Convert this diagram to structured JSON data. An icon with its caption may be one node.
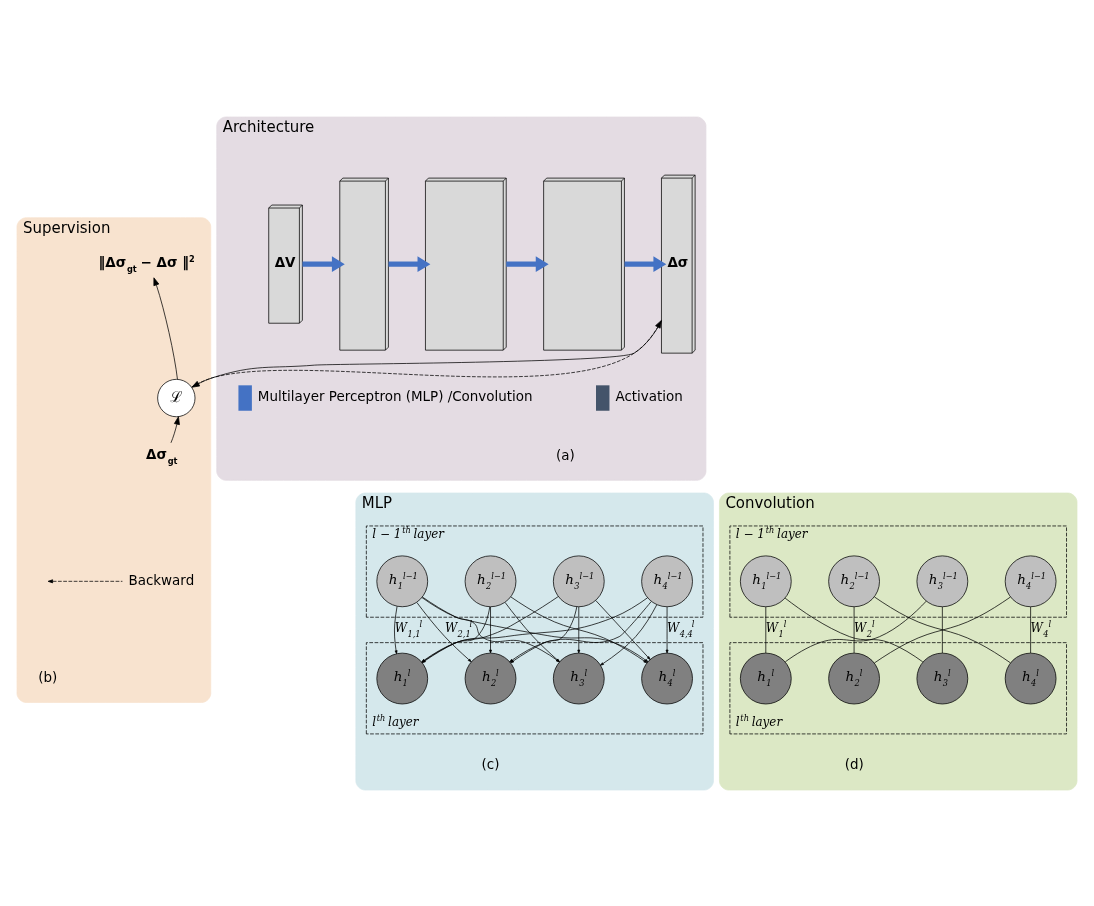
{
  "diagram": {
    "nodes": [
      {
        "text": [
          "Architecture",
          "(a)"
        ]
      },
      {
        "text": [
          "ΔV"
        ],
        "in": 0
      },
      {
        "text": [],
        "shape": "box",
        "in": 0
      },
      {
        "text": [],
        "shape": "box",
        "in": 0
      },
      {
        "text": [],
        "shape": "box",
        "in": 0
      },
      {
        "text": [
          "Δσ"
        ],
        "in": 0
      },
      {
        "text": [
          "Supervision",
          "(b)"
        ]
      },
      {
        "text": [
          "‖Δσ$_{gt}$ − Δσ ‖$^{2}$"
        ],
        "in": 6
      },
      {
        "text": [
          "ℒ"
        ],
        "in": 6
      },
      {
        "text": [
          "Δσ$_{gt}$"
        ],
        "in": 6
      },
      {
        "text": [
          "MLP",
          "(c)"
        ]
      },
      {
        "text": [
          "l − 1$^{th}$ layer"
        ],
        "in": 10
      },
      {
        "text": [
          "h$_{1}$$^{l−1}$"
        ],
        "in": 11
      },
      {
        "text": [
          "h$_{2}$$^{l−1}$"
        ],
        "in": 11
      },
      {
        "text": [
          "h$_{3}$$^{l−1}$"
        ],
        "in": 11
      },
      {
        "text": [
          "h$_{4}$$^{l−1}$"
        ],
        "in": 11
      },
      {
        "text": [
          "l$^{th}$ layer"
        ],
        "in": 10
      },
      {
        "text": [
          "h$_{1}$$^{l}$"
        ],
        "in": 16
      },
      {
        "text": [
          "h$_{2}$$^{l}$"
        ],
        "in": 16
      },
      {
        "text": [
          "h$_{3}$$^{l}$"
        ],
        "in": 16
      },
      {
        "text": [
          "h$_{4}$$^{l}$"
        ],
        "in": 16
      },
      {
        "text": [
          "Convolution",
          "(d)"
        ]
      },
      {
        "text": [
          "l − 1$^{th}$ layer"
        ],
        "in": 21
      },
      {
        "text": [
          "h$_{1}$$^{l−1}$"
        ],
        "in": 22
      },
      {
        "text": [
          "h$_{2}$$^{l−1}$"
        ],
        "in": 22
      },
      {
        "text": [
          "h$_{3}$$^{l−1}$"
        ],
        "in": 22
      },
      {
        "text": [
          "h$_{4}$$^{l−1}$"
        ],
        "in": 22
      },
      {
        "text": [
          "l$^{th}$ layer"
        ],
        "in": 21
      },
      {
        "text": [
          "h$_{1}$$^{l}$"
        ],
        "in": 27
      },
      {
        "text": [
          "h$_{2}$$^{l}$"
        ],
        "in": 27
      },
      {
        "text": [
          "h$_{3}$$^{l}$"
        ],
        "in": 27
      },
      {
        "text": [
          "h$_{4}$$^{l}$"
        ],
        "in": 27
      }
    ],
    "edges": [
      {
        "from": 1,
        "to": 2,
        "arrow": "to",
        "style": "thick",
        "color": "#4472c4"
      },
      {
        "from": 2,
        "to": 3,
        "arrow": "to",
        "style": "thick",
        "color": "#4472c4"
      },
      {
        "from": 3,
        "to": 4,
        "arrow": "to",
        "style": "thick",
        "color": "#4472c4"
      },
      {
        "from": 4,
        "to": 5,
        "arrow": "to",
        "style": "thick",
        "color": "#4472c4"
      },
      {
        "from": 5,
        "to": 8,
        "arrow": "to"
      },
      {
        "from": 8,
        "to": 5,
        "arrow": "to",
        "style": "dashed"
      },
      {
        "from": 8,
        "to": 7,
        "arrow": "to"
      },
      {
        "from": 9,
        "to": 8,
        "arrow": "to"
      },
      {
        "from": 12,
        "to": 17,
        "arrow": "to",
        "label": "W$_{1,1}$$^{l}$"
      },
      {
        "from": 12,
        "to": 18,
        "arrow": "to",
        "label": "W$_{2,1}$$^{l}$"
      },
      {
        "from": 12,
        "to": 19,
        "arrow": "to"
      },
      {
        "from": 12,
        "to": 20,
        "arrow": "to"
      },
      {
        "from": 13,
        "to": 17,
        "arrow": "to"
      },
      {
        "from": 13,
        "to": 18,
        "arrow": "to"
      },
      {
        "from": 13,
        "to": 19,
        "arrow": "to"
      },
      {
        "from": 13,
        "to": 20,
        "arrow": "to"
      },
      {
        "from": 14,
        "to": 17,
        "arrow": "to"
      },
      {
        "from": 14,
        "to": 18,
        "arrow": "to"
      },
      {
        "from": 14,
        "to": 19,
        "arrow": "to"
      },
      {
        "from": 14,
        "to": 20,
        "arrow": "to"
      },
      {
        "from": 15,
        "to": 17,
        "arrow": "to"
      },
      {
        "from": 15,
        "to": 18,
        "arrow": "to"
      },
      {
        "from": 15,
        "to": 19,
        "arrow": "to"
      },
      {
        "from": 15,
        "to": 20,
        "arrow": "to",
        "label": "W$_{4,4}$$^{l}$"
      },
      {
        "from": 23,
        "to": 28,
        "arrow": "none",
        "label": "W$_{1}$$^{l}$"
      },
      {
        "from": 23,
        "to": 30,
        "arrow": "none"
      },
      {
        "from": 24,
        "to": 29,
        "arrow": "none",
        "label": "W$_{2}$$^{l}$"
      },
      {
        "from": 24,
        "to": 31,
        "arrow": "none"
      },
      {
        "from": 25,
        "to": 28,
        "arrow": "none"
      },
      {
        "from": 25,
        "to": 30,
        "arrow": "none"
      },
      {
        "from": 26,
        "to": 29,
        "arrow": "none"
      },
      {
        "from": 26,
        "to": 31,
        "arrow": "none",
        "label": "W$_{4}$$^{l}$"
      }
    ],
    "legend": [
      {
        "text": "Multilayer Perceptron (MLP) /Convolution",
        "color": "#4472c4"
      },
      {
        "text": "Activation",
        "color": "#44546a"
      },
      {
        "text": "Backward"
      }
    ]
  }
}
